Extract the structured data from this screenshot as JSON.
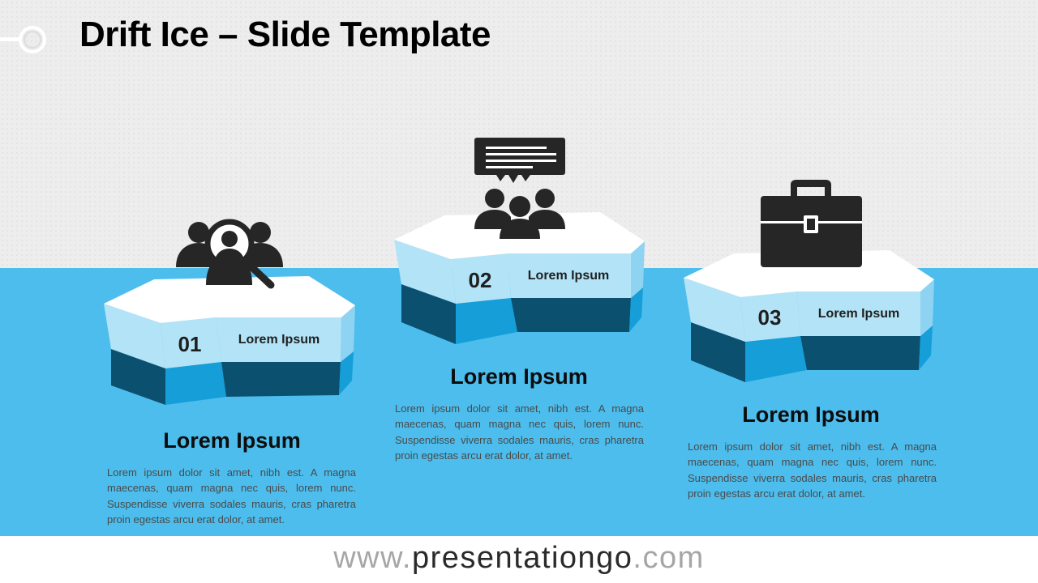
{
  "slide": {
    "title": "Drift Ice – Slide Template"
  },
  "items": [
    {
      "number": "01",
      "tag": "Lorem Ipsum",
      "heading": "Lorem Ipsum",
      "body": "Lorem ipsum dolor sit amet, nibh est. A magna maecenas, quam magna nec quis, lorem nunc. Suspendisse viverra sodales mauris, cras pharetra proin egestas arcu erat dolor, at amet.",
      "icon": "user-search-icon"
    },
    {
      "number": "02",
      "tag": "Lorem Ipsum",
      "heading": "Lorem Ipsum",
      "body": "Lorem ipsum dolor sit amet, nibh est. A magna maecenas, quam magna nec quis, lorem nunc. Suspendisse viverra sodales mauris, cras pharetra proin egestas arcu erat dolor, at amet.",
      "icon": "team-chat-icon"
    },
    {
      "number": "03",
      "tag": "Lorem Ipsum",
      "heading": "Lorem Ipsum",
      "body": "Lorem ipsum dolor sit amet, nibh est. A magna maecenas, quam magna nec quis, lorem nunc. Suspendisse viverra sodales mauris, cras pharetra proin egestas arcu erat dolor, at amet.",
      "icon": "briefcase-icon"
    }
  ],
  "footer": {
    "url_prefix": "www.",
    "url_host": "presentationgo",
    "url_suffix": ".com"
  },
  "colors": {
    "sky": "#eeeded",
    "water": "#4cbded",
    "ice_top": "#ffffff",
    "ice_band_light": "#b3e3f7",
    "ice_band_mid": "#159ed8",
    "ice_band_dark": "#0c5070",
    "icon": "#222222"
  }
}
